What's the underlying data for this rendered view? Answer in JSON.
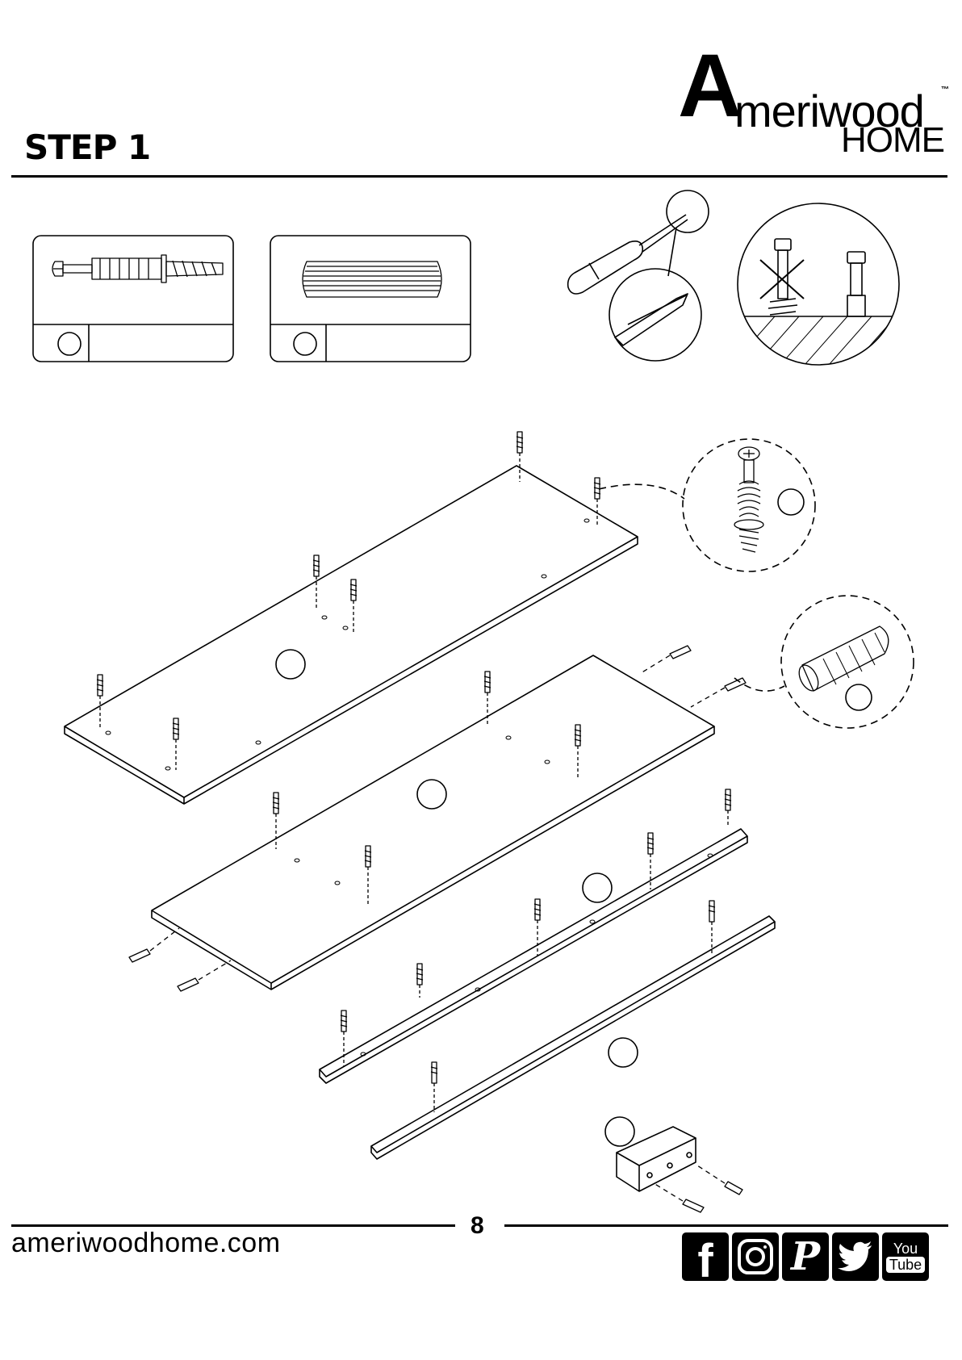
{
  "header": {
    "step_title": "STEP 1",
    "brand_initial": "A",
    "brand_rest": "meriwood",
    "brand_sub": "HOME",
    "brand_tm": "™"
  },
  "footer": {
    "page_number": "8",
    "website": "ameriwoodhome.com"
  },
  "social_icons": [
    {
      "name": "facebook-icon",
      "glyph": "f"
    },
    {
      "name": "instagram-icon",
      "glyph": ""
    },
    {
      "name": "pinterest-icon",
      "glyph": "P"
    },
    {
      "name": "twitter-icon",
      "glyph": ""
    },
    {
      "name": "youtube-icon",
      "line1": "You",
      "line2": "Tube"
    }
  ]
}
